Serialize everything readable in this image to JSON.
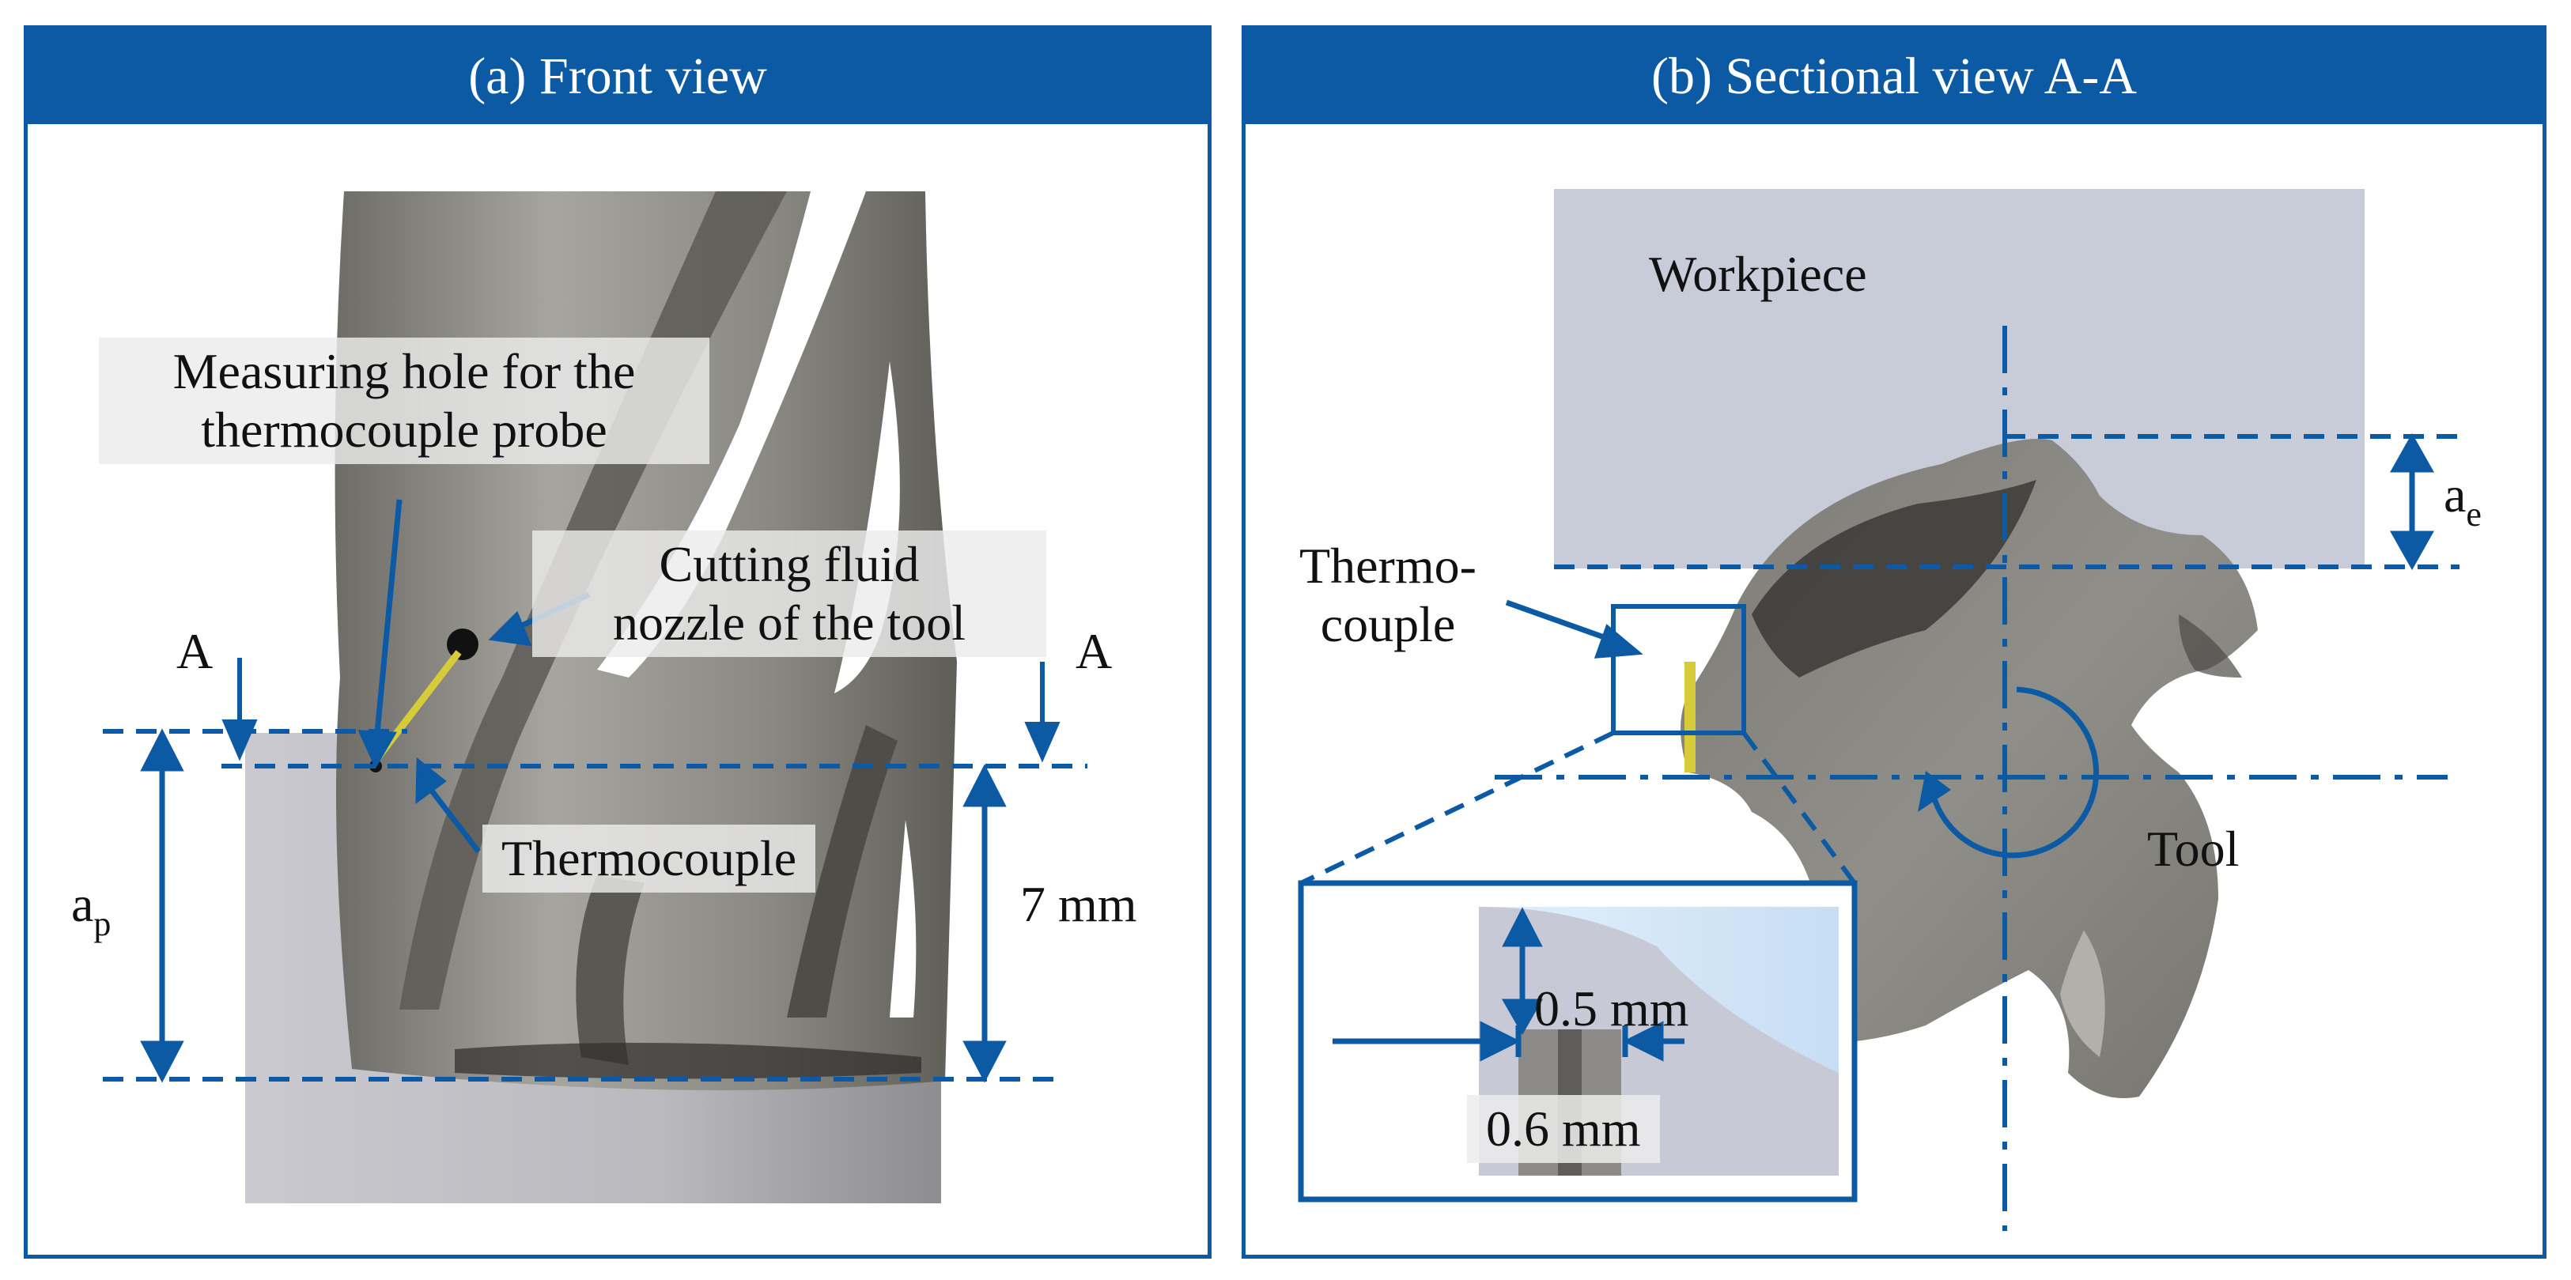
{
  "panel_a": {
    "title": "(a) Front view",
    "labels": {
      "hole_line1": "Measuring hole for the",
      "hole_line2": "thermocouple probe",
      "nozzle_line1": "Cutting fluid",
      "nozzle_line2": "nozzle of the tool",
      "section_mark_left": "A",
      "section_mark_right": "A",
      "thermocouple": "Thermocouple",
      "ap_base": "a",
      "ap_sub": "p",
      "depth": "7 mm"
    }
  },
  "panel_b": {
    "title": "(b) Sectional view A-A",
    "labels": {
      "workpiece": "Workpiece",
      "thermo_line1": "Thermo-",
      "thermo_line2": "couple",
      "ae_base": "a",
      "ae_sub": "e",
      "tool": "Tool",
      "dim_05": "0.5 mm",
      "dim_06": "0.6 mm"
    }
  },
  "colors": {
    "accent": "#0b5aa3",
    "tool_gray": "#8d8b84",
    "workpiece": "#c8ccd8",
    "thermocouple": "#d6cc3a"
  }
}
